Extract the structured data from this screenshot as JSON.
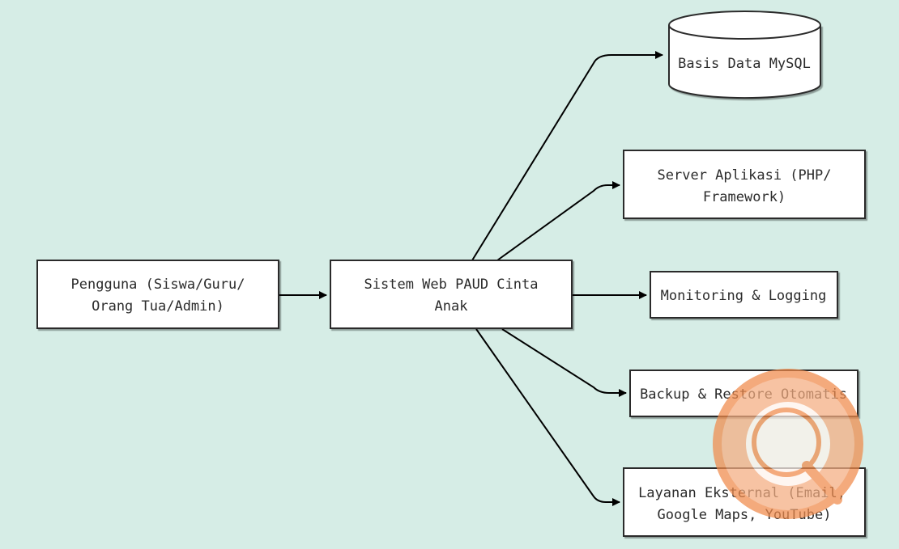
{
  "diagram": {
    "nodes": {
      "users": {
        "lines": [
          "Pengguna (Siswa/Guru/",
          "Orang Tua/Admin)"
        ]
      },
      "system": {
        "lines": [
          "Sistem Web PAUD Cinta",
          "Anak"
        ]
      },
      "database": {
        "lines": [
          "Basis Data MySQL"
        ]
      },
      "app_server": {
        "lines": [
          "Server Aplikasi (PHP/",
          "Framework)"
        ]
      },
      "monitoring": {
        "lines": [
          "Monitoring & Logging"
        ]
      },
      "backup": {
        "lines": [
          "Backup & Restore Otomatis"
        ]
      },
      "external": {
        "lines": [
          "Layanan Eksternal (Email,",
          "Google Maps, YouTube)"
        ]
      }
    },
    "edges": [
      {
        "from": "users",
        "to": "system"
      },
      {
        "from": "system",
        "to": "database"
      },
      {
        "from": "system",
        "to": "app_server"
      },
      {
        "from": "system",
        "to": "monitoring"
      },
      {
        "from": "system",
        "to": "backup"
      },
      {
        "from": "system",
        "to": "external"
      }
    ],
    "colors": {
      "node_fill": "#ffffff",
      "node_stroke": "#2b2b2b",
      "edge": "#000000",
      "text": "#2b2b2b",
      "grid": "#d6ede6",
      "watermark": "#f08a4b"
    },
    "watermark_icon": "magnifier-logo-icon"
  }
}
